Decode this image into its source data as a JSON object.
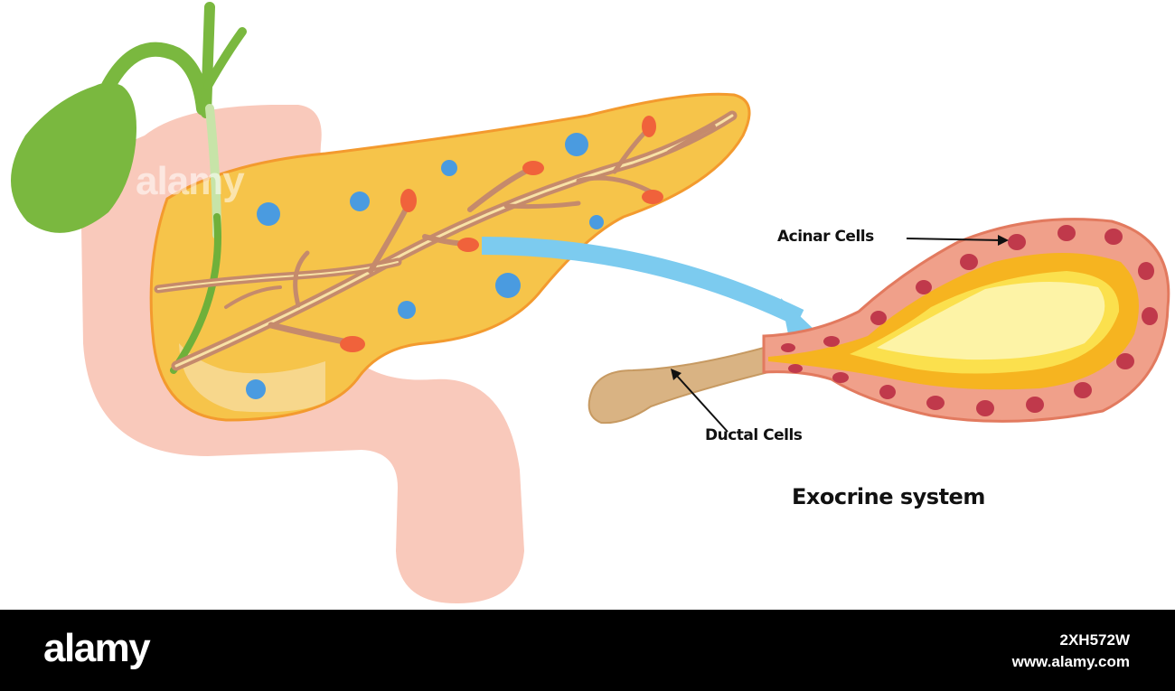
{
  "labels": {
    "acinar": "Acinar Cells",
    "ductal": "Ductal Cells",
    "title": "Exocrine system"
  },
  "watermark": {
    "center": "alamy"
  },
  "footer": {
    "brand": "alamy",
    "image_code": "2XH572W",
    "url": "www.alamy.com"
  },
  "colors": {
    "pancreas_fill": "#f6c44a",
    "pancreas_outline": "#f39a2e",
    "duodenum": "#f9c9bb",
    "gallbladder": "#7ab83f",
    "ducts": "#c58a6c",
    "islets": "#4a9be0",
    "acini_red": "#f0623b",
    "arrow": "#7ccbef",
    "acinar_cell": "#f0a08a",
    "acinar_nucleus": "#c0394b",
    "lumen_outer": "#f6b420",
    "lumen_inner": "#fdf3a6",
    "duct_tube": "#d9b383"
  }
}
